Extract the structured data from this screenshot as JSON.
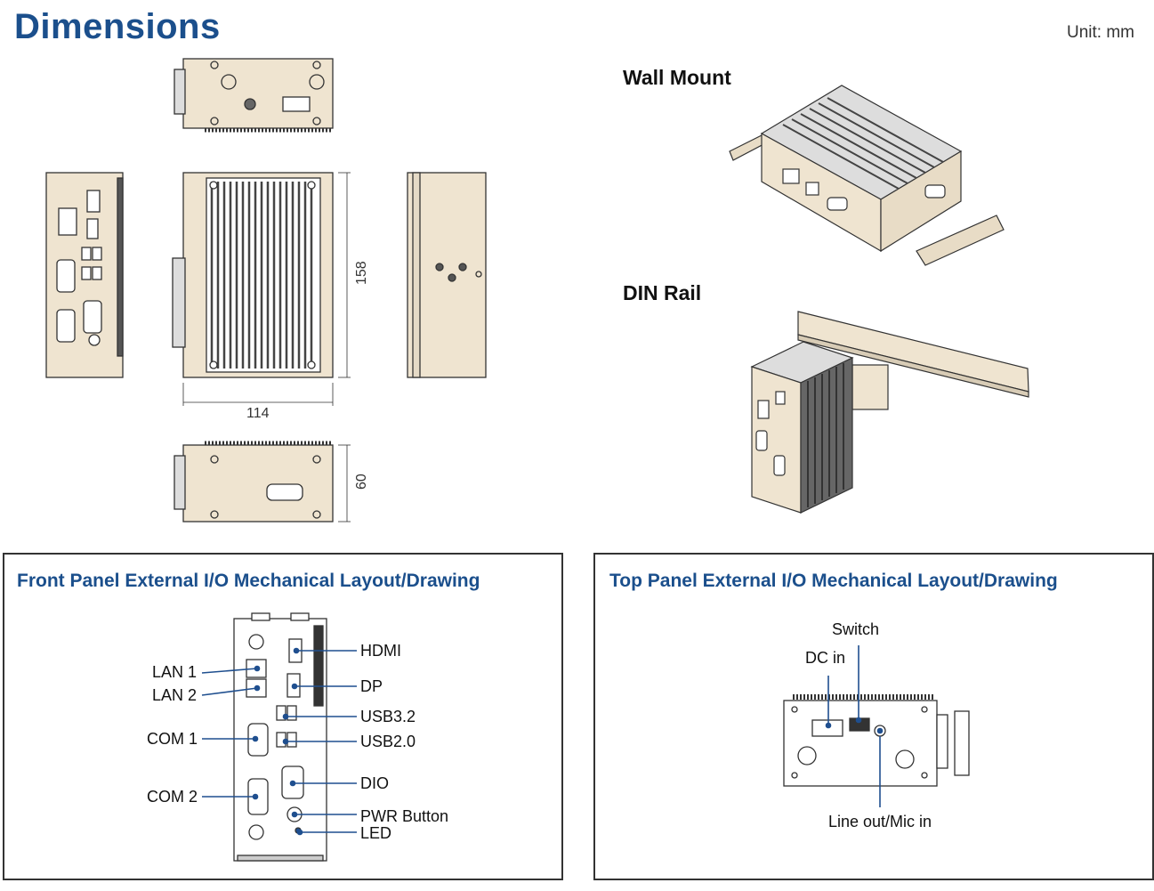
{
  "page": {
    "title": "Dimensions",
    "unit": "Unit: mm"
  },
  "colors": {
    "accent": "#1b4f8c",
    "chassis": "#efe4d0",
    "outline": "#333333",
    "leader": "#1f4f8f"
  },
  "dimensions": {
    "width": "114",
    "height": "158",
    "depth": "60"
  },
  "mounting": {
    "wall_mount": "Wall Mount",
    "din_rail": "DIN Rail"
  },
  "front_panel": {
    "title": "Front Panel External I/O Mechanical Layout/Drawing",
    "left_labels": [
      "LAN 1",
      "LAN 2",
      "COM 1",
      "COM 2"
    ],
    "right_labels": [
      "HDMI",
      "DP",
      "USB3.2",
      "USB2.0",
      "DIO",
      "PWR Button",
      "LED"
    ]
  },
  "top_panel": {
    "title": "Top Panel External I/O Mechanical Layout/Drawing",
    "labels": {
      "switch": "Switch",
      "dc_in": "DC in",
      "line_out": "Line out/Mic in"
    }
  }
}
